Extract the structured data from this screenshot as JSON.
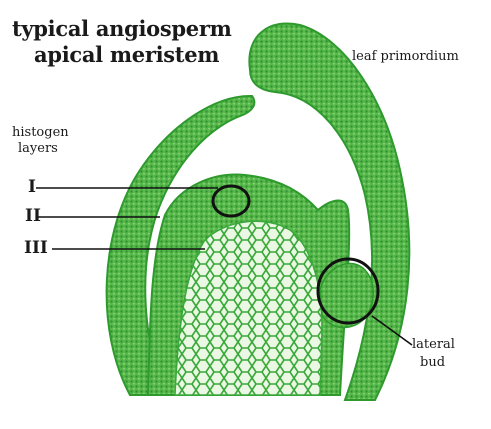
{
  "title": {
    "line1": "typical angiosperm",
    "line2": "apical meristem"
  },
  "labels": {
    "leaf_primordium": "leaf primordium",
    "histogen_line1": "histogen",
    "histogen_line2": "layers",
    "layer_1": "I",
    "layer_2": "II",
    "layer_3": "III",
    "lateral_bud_line1": "lateral",
    "lateral_bud_line2": "bud"
  },
  "colors": {
    "tissue_dark": "#2e9a2e",
    "tissue_mid": "#5cc04a",
    "tissue_light": "#9fdc8a",
    "cell_net": "#3aa83a",
    "outline": "#111111",
    "text": "#1a1a1a"
  }
}
